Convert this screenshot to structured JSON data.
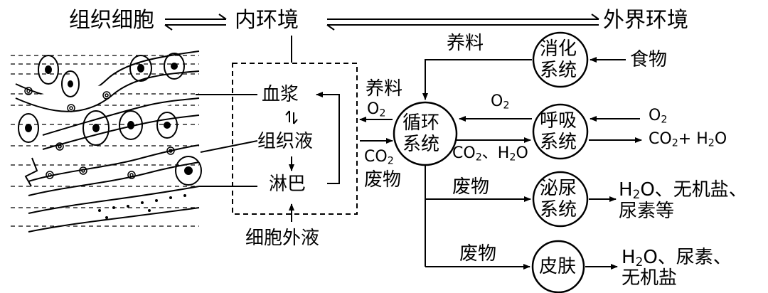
{
  "top": {
    "tissue_cells": "组织细胞",
    "internal_env": "内环境",
    "external_env": "外界环境"
  },
  "internal": {
    "plasma": "血浆",
    "tissue_fluid": "组织液",
    "lymph": "淋巴",
    "extracellular_fluid": "细胞外液"
  },
  "labels": {
    "nutrients_top": "养料",
    "nutrients_side": "养料",
    "o2_left": "O",
    "co2_left": "CO",
    "waste_left": "废物",
    "o2_resp": "O",
    "co2_h2o_mid": "CO",
    "mid_sep": "、H",
    "mid_o": "O",
    "waste_urine": "废物",
    "waste_skin": "废物"
  },
  "systems": {
    "circulatory": [
      "循环",
      "系统"
    ],
    "digestive": [
      "消化",
      "系统"
    ],
    "respiratory": [
      "呼吸",
      "系统"
    ],
    "urinary": [
      "泌尿",
      "系统"
    ],
    "skin": "皮肤"
  },
  "outputs": {
    "food": "食物",
    "o2_in": "O",
    "co2_out_a": "CO",
    "co2_out_b": "+ H",
    "co2_out_c": "O",
    "urine_a": "H",
    "urine_b": "O、无机盐、",
    "urine_c": "尿素等",
    "skin_a": "H",
    "skin_b": "O、尿素、",
    "skin_c": "无机盐"
  },
  "subscripts": {
    "two": "2"
  }
}
